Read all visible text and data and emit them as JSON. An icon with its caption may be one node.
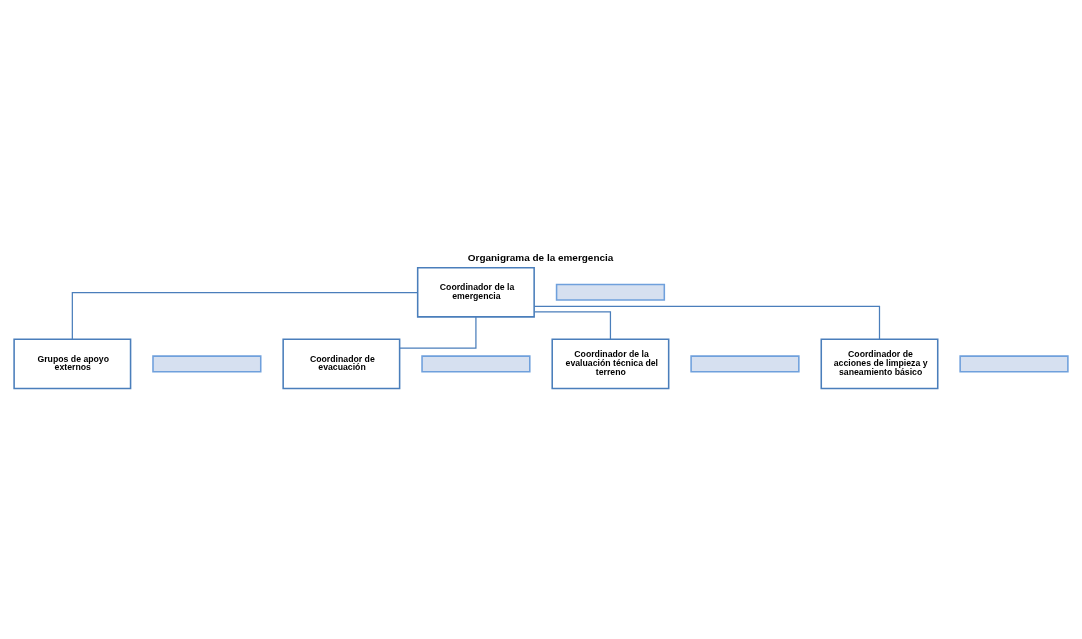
{
  "diagram": {
    "title": "Organigrama de la emergencia",
    "nodes": [
      {
        "text": [
          "Coordinador de la emergencia"
        ]
      },
      {
        "text": [],
        "shape": "bar"
      },
      {
        "text": [
          "Grupos de apoyo externos"
        ]
      },
      {
        "text": [],
        "shape": "bar"
      },
      {
        "text": [
          "Coordinador de evacuación"
        ]
      },
      {
        "text": [],
        "shape": "bar"
      },
      {
        "text": [
          "Coordinador de la evaluación técnica del terreno"
        ]
      },
      {
        "text": [],
        "shape": "bar"
      },
      {
        "text": [
          "Coordinador de acciones de limpieza y saneamiento básico"
        ]
      },
      {
        "text": [],
        "shape": "bar"
      }
    ],
    "edges": [
      {
        "from": 0,
        "to": 2,
        "arrow": "none"
      },
      {
        "from": 0,
        "to": 4,
        "arrow": "none"
      },
      {
        "from": 0,
        "to": 6,
        "arrow": "none"
      },
      {
        "from": 0,
        "to": 8,
        "arrow": "none"
      }
    ]
  }
}
